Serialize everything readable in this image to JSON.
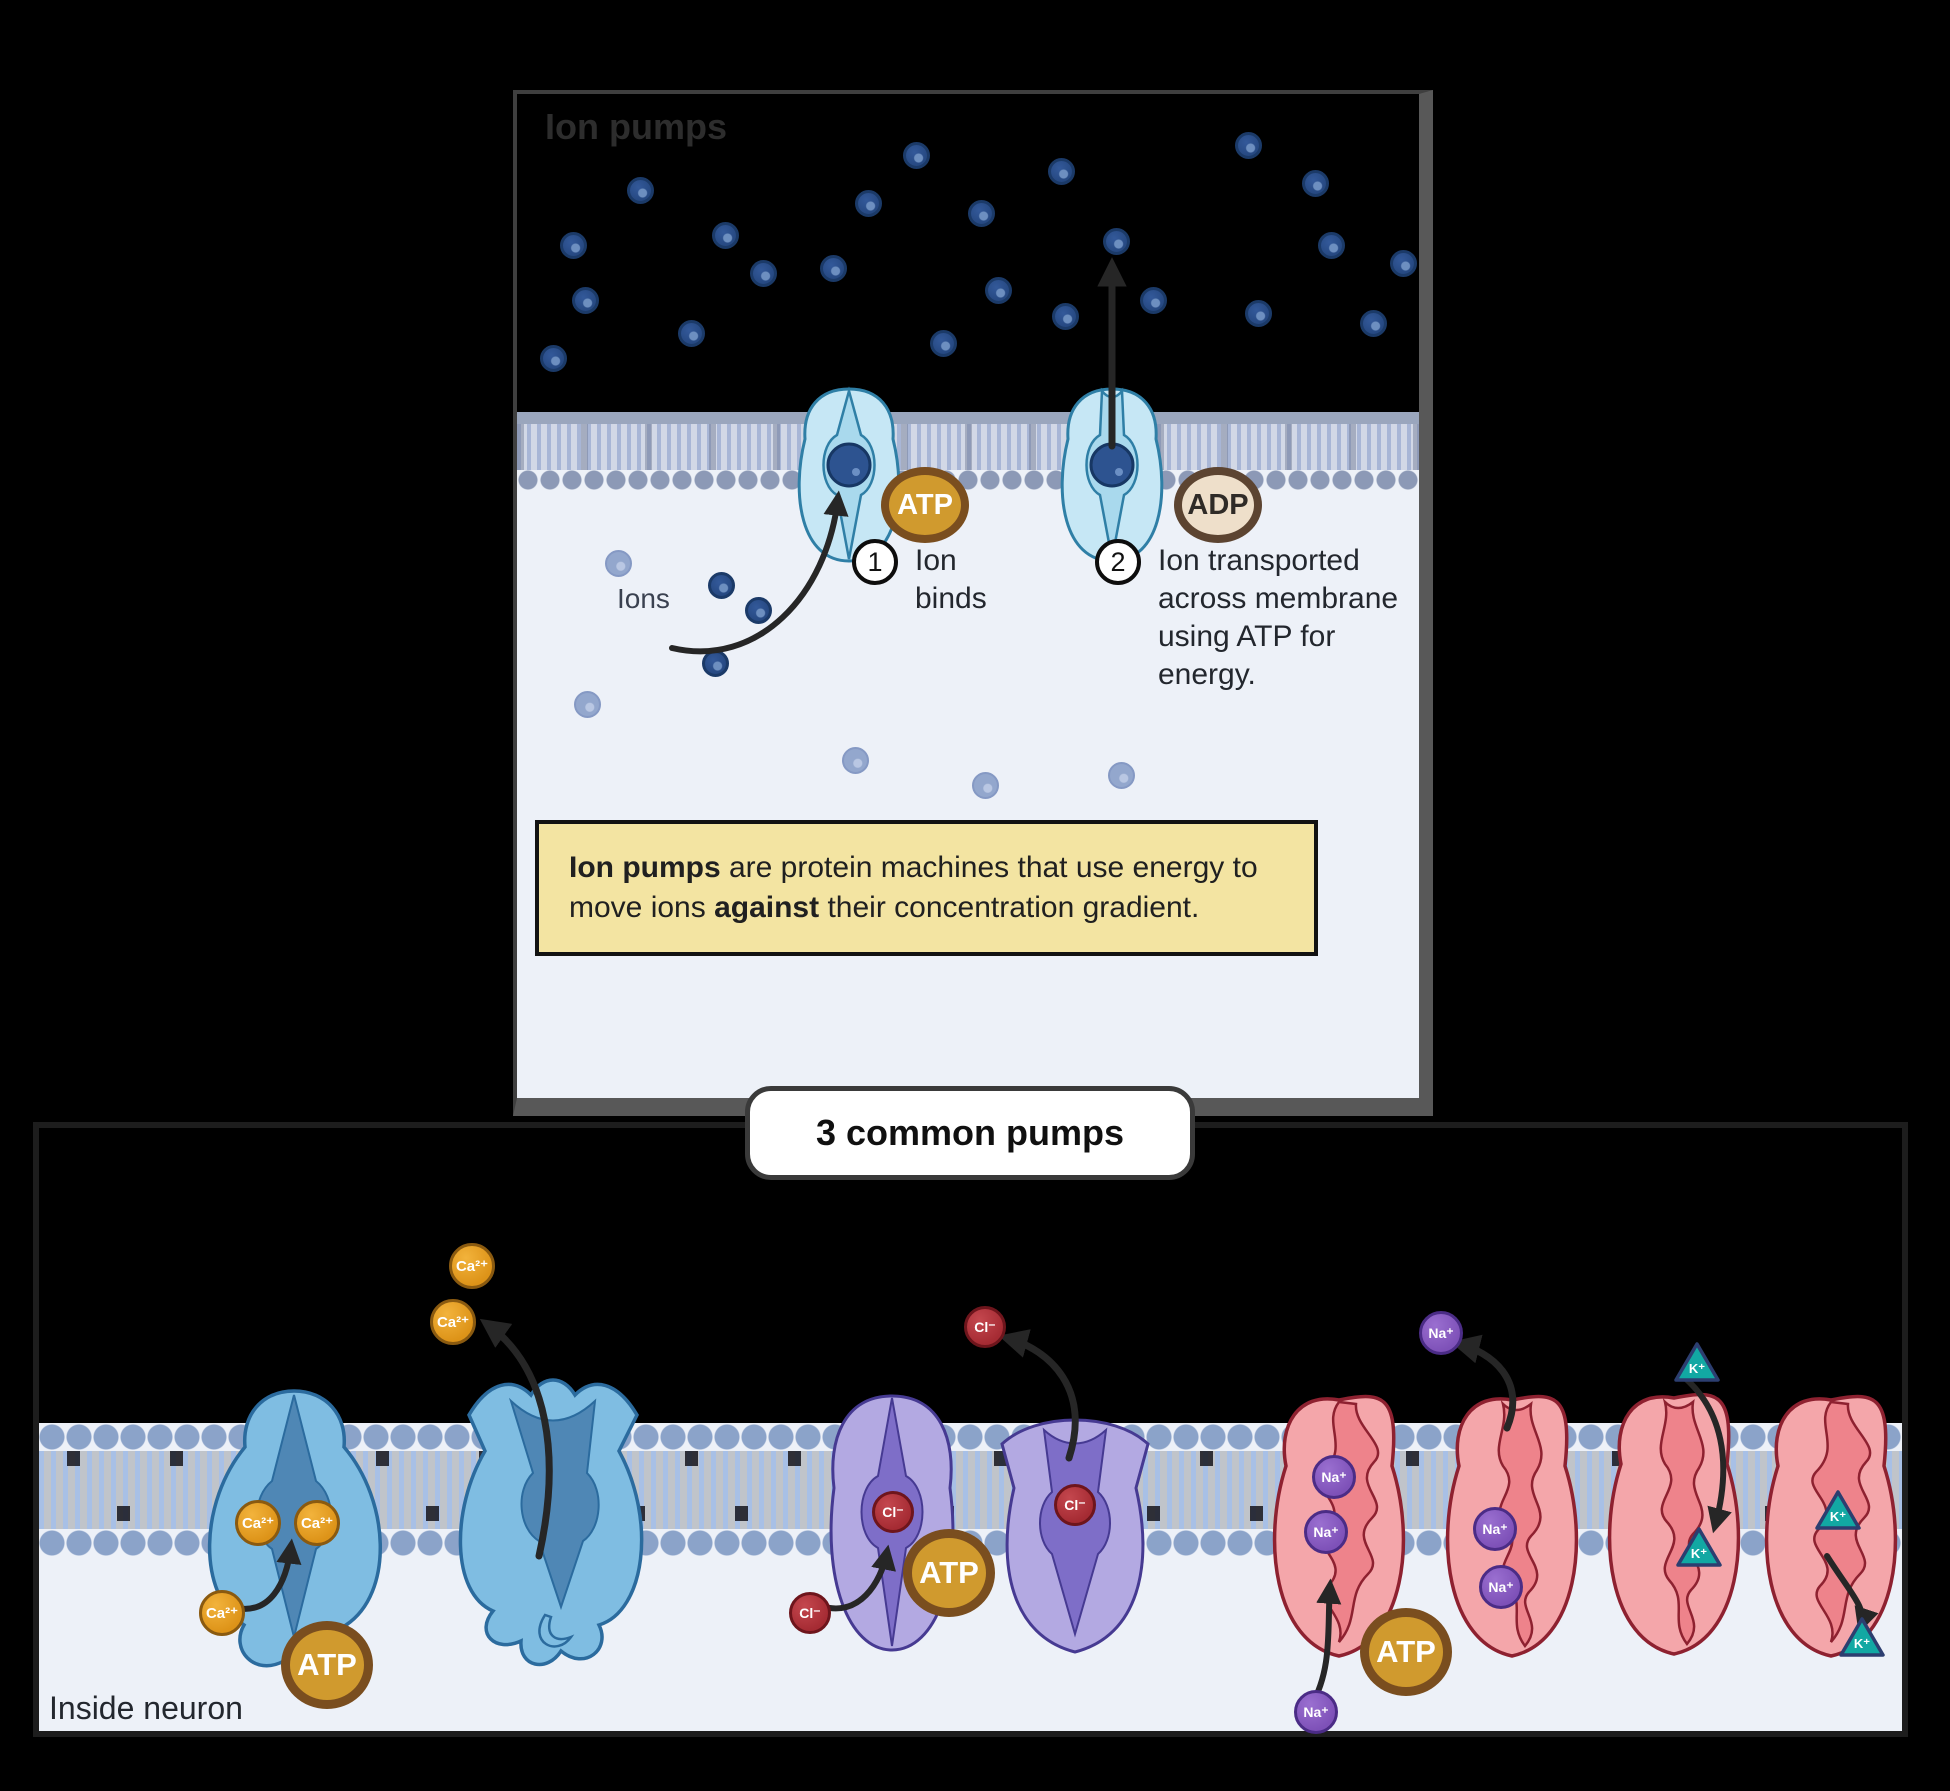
{
  "top_panel": {
    "title": "Ion pumps",
    "ions_label": "Ions",
    "atp_label": "ATP",
    "adp_label": "ADP",
    "steps": [
      {
        "num": "1",
        "label": "Ion binds"
      },
      {
        "num": "2",
        "label": "Ion transported across membrane using ATP for energy."
      }
    ],
    "caption": {
      "bold1": "Ion pumps",
      "text1": " are protein machines that use energy to move ions ",
      "bold2": "against",
      "text2": " their concentration gradient."
    }
  },
  "bottom_panel": {
    "heading": "3 common pumps",
    "inside_label": "Inside neuron",
    "atp_label": "ATP",
    "ion_labels": {
      "ca": "Ca²⁺",
      "na": "Na⁺",
      "cl": "Cl⁻",
      "k": "K⁺"
    }
  },
  "colors": {
    "background": "#000000",
    "cell_interior": "#edf1f8",
    "membrane_heads": "#8ba3c9",
    "atp_gold": "#d09a2e",
    "adp_tan": "#eedfca",
    "caption_yellow": "#f3e4a2",
    "pump_blue": "#c6e7f5",
    "pump_deep_blue": "#7fbde2",
    "pump_purple": "#b3a9e2",
    "pump_pink": "#f4a6aa",
    "ion_blue": "#2e5492",
    "calcium_orange": "#dd9318",
    "sodium_purple": "#7e51b8",
    "chloride_red": "#a52b33",
    "potassium_teal": "#12a8a3"
  }
}
